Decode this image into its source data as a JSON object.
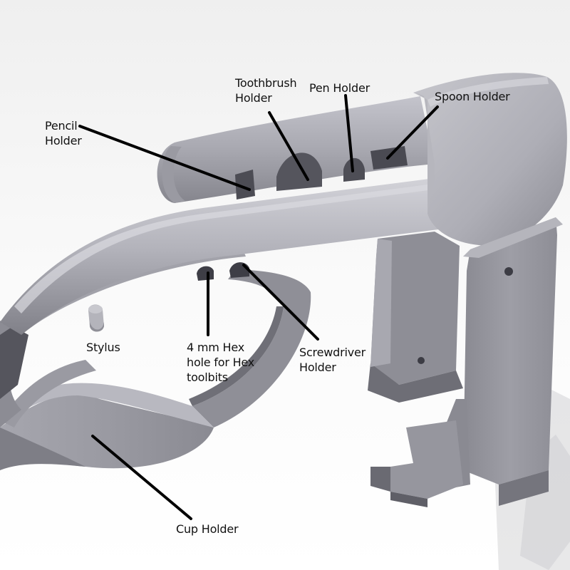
{
  "figure": {
    "colors": {
      "background_top": "#f2f2f2",
      "background_bottom": "#ffffff",
      "part_light": "#c9c9cf",
      "part_mid": "#9c9ca4",
      "part_dark": "#5e5e66",
      "leader_line": "#000000"
    }
  },
  "labels": {
    "toothbrush": [
      "Toothbrush",
      "Holder"
    ],
    "pen": [
      "Pen Holder"
    ],
    "spoon": [
      "Spoon Holder"
    ],
    "pencil": [
      "Pencil",
      "Holder"
    ],
    "stylus": [
      "Stylus"
    ],
    "hex": [
      "4 mm Hex",
      "hole for Hex",
      "toolbits"
    ],
    "screwdriver": [
      "Screwdriver",
      "Holder"
    ],
    "cup": [
      "Cup Holder"
    ]
  }
}
